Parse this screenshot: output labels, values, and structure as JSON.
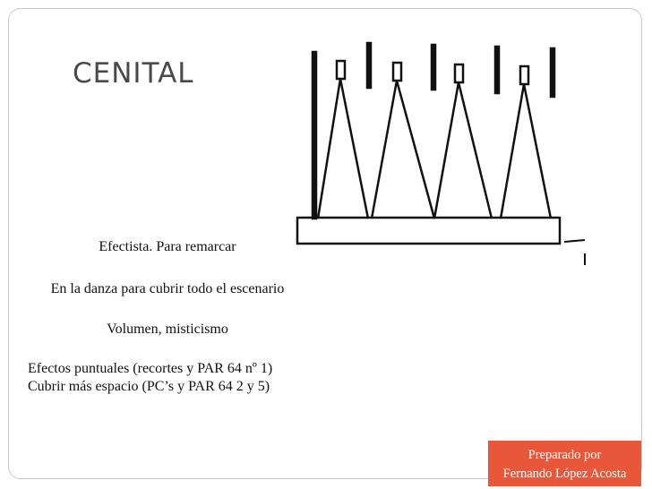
{
  "slide": {
    "title": "CENITAL",
    "lines": [
      "Efectista. Para remarcar",
      "En la danza para cubrir todo el escenario",
      "Volumen, misticismo",
      "Efectos puntuales (recortes y PAR 64 nº 1)",
      "Cubrir más espacio (PC’s y PAR 64 2 y 5)"
    ],
    "credit": {
      "line1": "Preparado por",
      "line2": "Fernando López Acosta"
    }
  }
}
